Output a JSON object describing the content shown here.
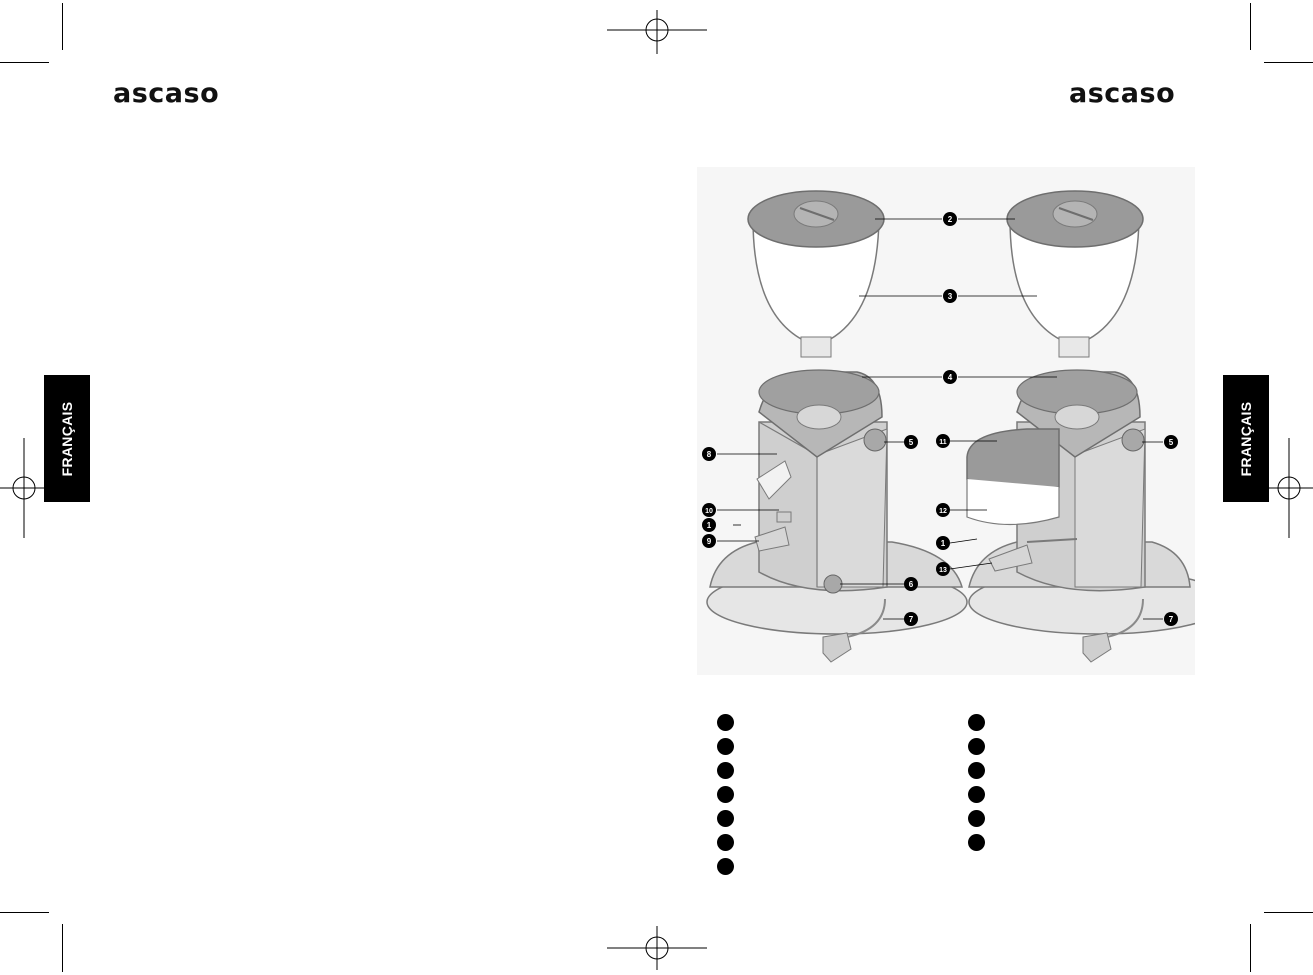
{
  "header": {
    "logo_left": "ascaso",
    "logo_right": "ascaso"
  },
  "side_tabs": {
    "left_label": "FRANÇAIS",
    "right_label": "FRANÇAIS"
  },
  "diagram": {
    "left_grinder_labels": [
      "2",
      "3",
      "4",
      "5",
      "6",
      "7",
      "8",
      "9",
      "10",
      "1"
    ],
    "right_grinder_labels": [
      "11",
      "12",
      "13",
      "1",
      "5",
      "7"
    ],
    "callouts": {
      "c2": "2",
      "c3": "3",
      "c4": "4",
      "c5l": "5",
      "c5r": "5",
      "c6": "6",
      "c7l": "7",
      "c7r": "7",
      "c8": "8",
      "c9": "9",
      "c10": "10",
      "c1l": "1",
      "c1r": "1",
      "c11": "11",
      "c12": "12",
      "c13": "13"
    }
  },
  "legend": {
    "left_column_count": 7,
    "right_column_count": 6
  },
  "colors": {
    "ink": "#000000",
    "housing_gray": "#cfcfcf",
    "lid_gray": "#9a9a9a",
    "hopper_fill": "#ffffff",
    "figure_bg": "#f6f6f6"
  }
}
